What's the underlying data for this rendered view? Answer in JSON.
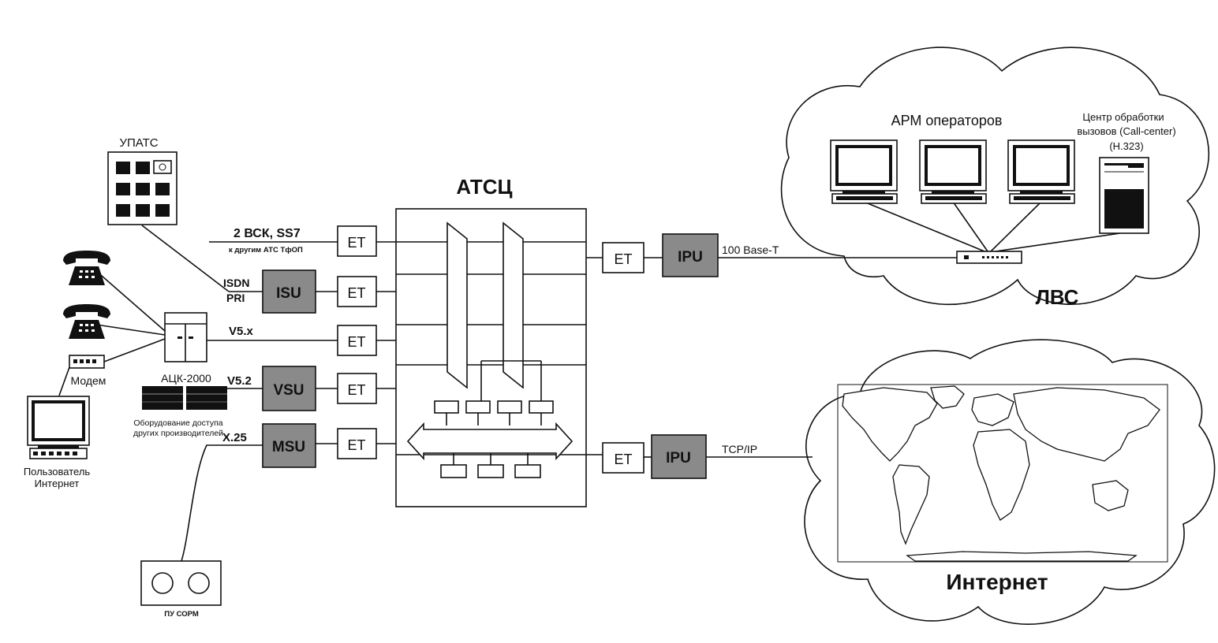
{
  "colors": {
    "unit_fill": "#8a8a8a",
    "line": "#111111",
    "background": "#ffffff"
  },
  "labels": {
    "atsc": "АТСЦ",
    "upats": "УПАТС",
    "link_2vsk": "2 ВСК, SS7",
    "link_2vsk_sub": "к другим АТС ТфОП",
    "isdn": "ISDN",
    "pri": "PRI",
    "v5x": "V5.x",
    "v52": "V5.2",
    "x25": "X.25",
    "ack2000": "АЦК-2000",
    "equipment_line1": "Оборудование доступа",
    "equipment_line2": "других производителей",
    "modem": "Модем",
    "user_line1": "Пользователь",
    "user_line2": "Интернет",
    "pu_sorm": "ПУ СОРМ",
    "base_t": "100 Base-T",
    "tcpip": "TCP/IP",
    "arm": "АРМ операторов",
    "callcenter_line1": "Центр обработки",
    "callcenter_line2": "вызовов (Call-center)",
    "callcenter_line3": "(H.323)",
    "lvs": "ЛВС",
    "internet": "Интернет"
  },
  "units": {
    "isu": "ISU",
    "vsu": "VSU",
    "msu": "MSU",
    "ipu": "IPU",
    "et": "ET"
  }
}
